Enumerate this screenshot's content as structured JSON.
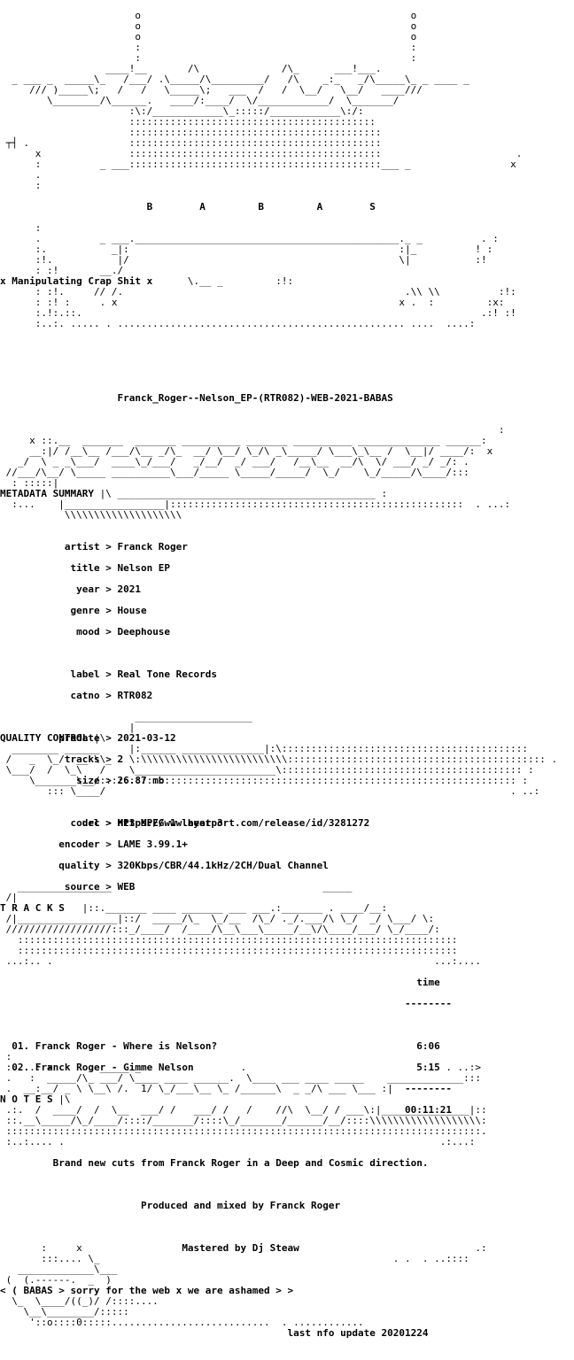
{
  "header": {
    "letters": "B A B A S",
    "tagline": "x Manipulating Crap Shit x",
    "release_name": "Franck_Roger--Nelson_EP-(RTR082)-WEB-2021-BABAS"
  },
  "metadata": {
    "section_title": "METADATA SUMMARY",
    "fields": [
      {
        "key": "artist",
        "value": "Franck Roger"
      },
      {
        "key": "title",
        "value": "Nelson EP"
      },
      {
        "key": "year",
        "value": "2021"
      },
      {
        "key": "genre",
        "value": "House"
      },
      {
        "key": "mood",
        "value": "Deephouse"
      },
      {
        "key": "label",
        "value": "Real Tone Records"
      },
      {
        "key": "catno",
        "value": "RTR082"
      },
      {
        "key": "predate",
        "value": "2021-03-12"
      },
      {
        "key": "tracks",
        "value": "2"
      },
      {
        "key": "size",
        "value": "26.87 mb"
      },
      {
        "key": "url",
        "value": "https://www.beatport.com/release/id/3281272"
      }
    ]
  },
  "quality": {
    "section_title": "QUALITY CONTROL",
    "fields": [
      {
        "key": "codec",
        "value": "MP3 MPEG 1 layer 3"
      },
      {
        "key": "encoder",
        "value": "LAME 3.99.1+"
      },
      {
        "key": "quality",
        "value": "320Kbps/CBR/44.1kHz/2CH/Dual Channel"
      },
      {
        "key": "source",
        "value": "WEB"
      }
    ]
  },
  "tracks": {
    "section_title": "T R A C K S",
    "time_header": "time",
    "items": [
      {
        "num": "01.",
        "artist": "Franck Roger",
        "title": "Where is Nelson?",
        "time": "6:06"
      },
      {
        "num": "02.",
        "artist": "Franck Roger",
        "title": "Gimme Nelson",
        "time": "5:15"
      }
    ],
    "total": "00:11:21"
  },
  "notes": {
    "section_title": "N O T E S",
    "lines": [
      "Brand new cuts from Franck Roger in a Deep and Cosmic direction.",
      "Produced and mixed by Franck Roger",
      "Mastered by Dj Steaw"
    ]
  },
  "footer": {
    "message": "< ( BABAS > sorry for the web x we are ashamed > >",
    "last_update": "last nfo update 20201224"
  }
}
